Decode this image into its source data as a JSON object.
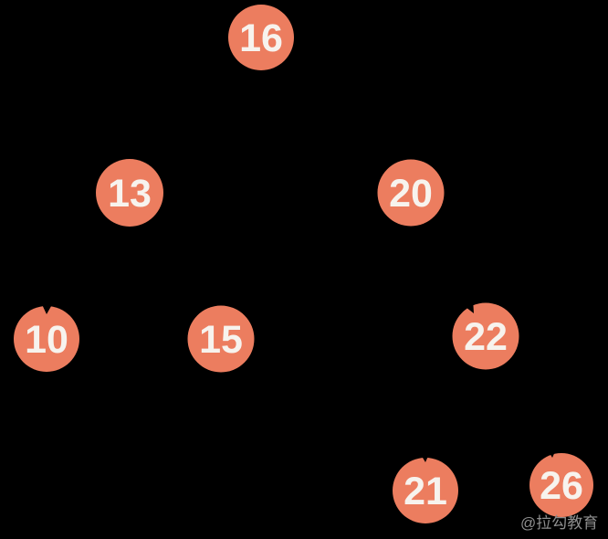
{
  "diagram": {
    "type": "binary-search-tree",
    "nodes": [
      {
        "id": "16",
        "value": "16",
        "level": 0
      },
      {
        "id": "13",
        "value": "13",
        "level": 1
      },
      {
        "id": "20",
        "value": "20",
        "level": 1
      },
      {
        "id": "10",
        "value": "10",
        "level": 2
      },
      {
        "id": "15",
        "value": "15",
        "level": 2
      },
      {
        "id": "22",
        "value": "22",
        "level": 2
      },
      {
        "id": "21",
        "value": "21",
        "level": 3
      },
      {
        "id": "26",
        "value": "26",
        "level": 3
      }
    ],
    "edges": [
      {
        "from": "16",
        "to": "13"
      },
      {
        "from": "16",
        "to": "20"
      },
      {
        "from": "13",
        "to": "10"
      },
      {
        "from": "13",
        "to": "15"
      },
      {
        "from": "20",
        "to": "22"
      },
      {
        "from": "22",
        "to": "21"
      },
      {
        "from": "22",
        "to": "26"
      }
    ]
  },
  "watermark": {
    "text": "@拉勾教育"
  },
  "colors": {
    "background": "#000000",
    "node_fill": "#EC7D5F",
    "node_text": "#F7F3EE",
    "edge": "#000000",
    "watermark": "#8E8E8E"
  }
}
